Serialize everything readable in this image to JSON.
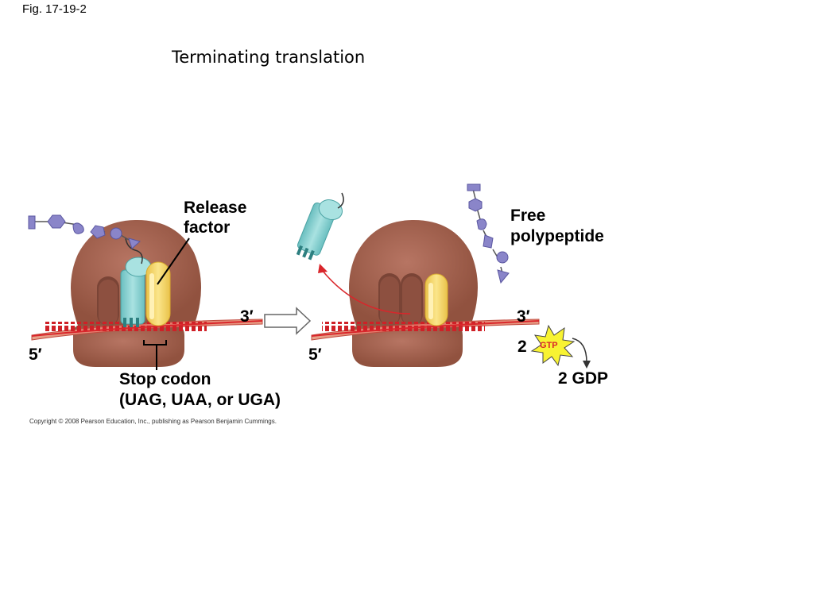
{
  "figure_label": "Fig. 17-19-2",
  "title": "Terminating translation",
  "labels": {
    "release_factor_line1": "Release",
    "release_factor_line2": "factor",
    "free_polypeptide_line1": "Free",
    "free_polypeptide_line2": "polypeptide",
    "left_three_prime": "3′",
    "left_five_prime": "5′",
    "right_three_prime": "3′",
    "right_five_prime": "5′",
    "stop_codon_line1": "Stop codon",
    "stop_codon_line2": "(UAG, UAA, or UGA)",
    "gtp_count": "2",
    "gtp": "GTP",
    "gdp": "2 GDP"
  },
  "copyright": "Copyright © 2008 Pearson Education, Inc., publishing as Pearson Benjamin Cummings.",
  "colors": {
    "ribosome": "#a0604f",
    "ribosome_dark": "#7a4436",
    "trna": "#8fd3d3",
    "release_factor": "#f3d46a",
    "mrna": "#d9262b",
    "polypeptide": "#8a85c9",
    "gtp_star": "#f8f332",
    "arrow_red": "#d9262b"
  }
}
